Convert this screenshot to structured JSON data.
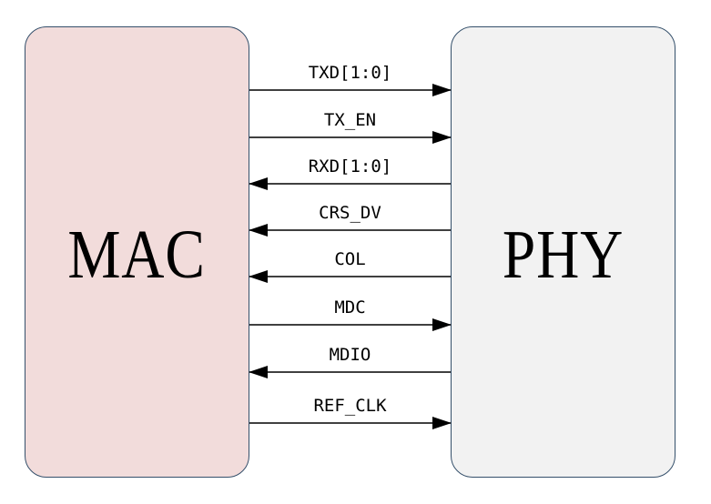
{
  "blocks": {
    "mac": {
      "label": "MAC",
      "fill": "#f2dcdb"
    },
    "phy": {
      "label": "PHY",
      "fill": "#f2f2f2"
    }
  },
  "signals": [
    {
      "name": "TXD[1:0]",
      "direction": "mac-to-phy"
    },
    {
      "name": "TX_EN",
      "direction": "mac-to-phy"
    },
    {
      "name": "RXD[1:0]",
      "direction": "phy-to-mac"
    },
    {
      "name": "CRS_DV",
      "direction": "phy-to-mac"
    },
    {
      "name": "COL",
      "direction": "phy-to-mac"
    },
    {
      "name": "MDC",
      "direction": "mac-to-phy"
    },
    {
      "name": "MDIO",
      "direction": "phy-to-mac"
    },
    {
      "name": "REF_CLK",
      "direction": "mac-to-phy"
    }
  ],
  "colors": {
    "border": "#35506b",
    "line": "#000000"
  }
}
